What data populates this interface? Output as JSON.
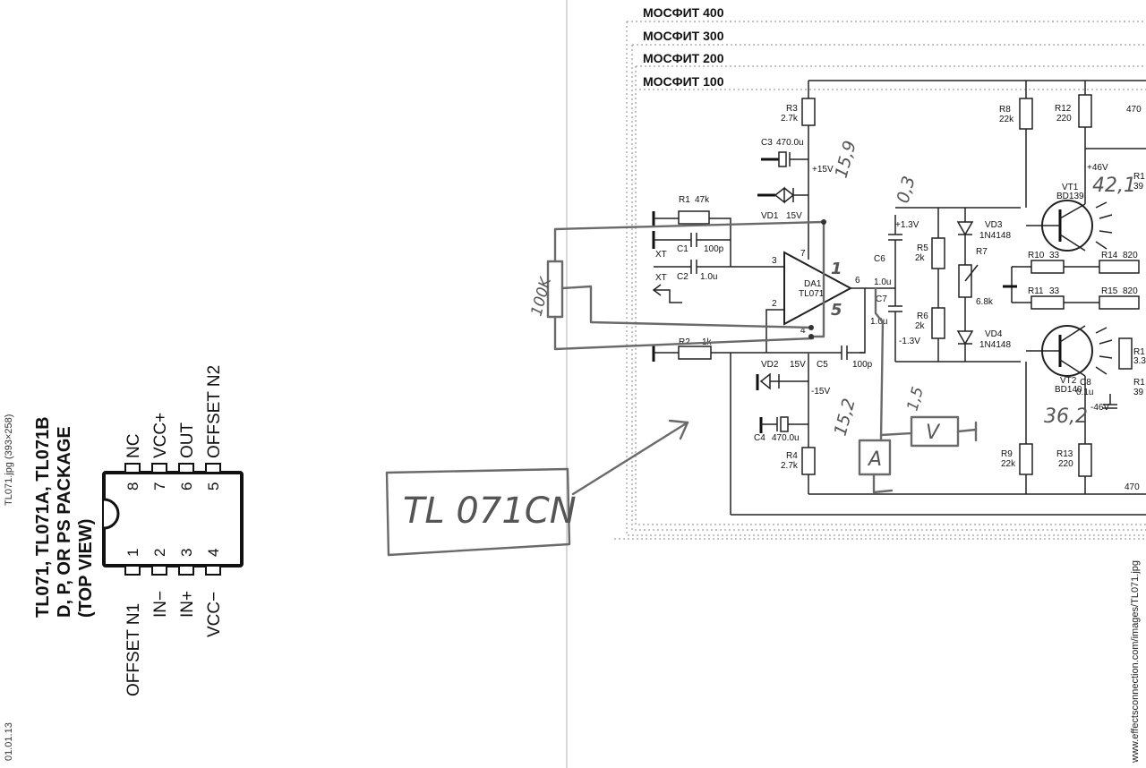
{
  "margin": {
    "date": "01.01.13",
    "file_caption": "TL071.jpg (393×258)",
    "url": "www.effectsconnection.com/images/TL071.jpg"
  },
  "package": {
    "title_line1": "TL071, TL071A, TL071B",
    "title_line2": "D, P, OR PS PACKAGE",
    "title_line3": "(TOP VIEW)",
    "top_pins": [
      {
        "num": "8",
        "name": "NC"
      },
      {
        "num": "7",
        "name": "VCC+"
      },
      {
        "num": "6",
        "name": "OUT"
      },
      {
        "num": "5",
        "name": "OFFSET N2"
      }
    ],
    "bottom_pins": [
      {
        "num": "1",
        "name": "OFFSET N1"
      },
      {
        "num": "2",
        "name": "IN−"
      },
      {
        "num": "3",
        "name": "IN+"
      },
      {
        "num": "4",
        "name": "VCC−"
      }
    ]
  },
  "schematic": {
    "variants": [
      "МОСФИТ 400",
      "МОСФИТ 300",
      "МОСФИТ 200",
      "МОСФИТ 100"
    ],
    "labels": {
      "r3": "R3",
      "r3v": "2.7k",
      "c3": "C3",
      "c3v": "470.0u",
      "p15": "+15V",
      "vd1": "VD1",
      "vd1v": "15V",
      "r1": "R1",
      "r1v": "47k",
      "c1": "C1",
      "c1v": "100p",
      "c2": "C2",
      "c2v": "1.0u",
      "xt1": "XT",
      "xt2": "XT",
      "da1": "DA1",
      "da1v": "TL071",
      "pin3": "3",
      "pin2": "2",
      "pin7": "7",
      "pin4": "4",
      "pin6": "6",
      "r2": "R2",
      "r2v": "1k",
      "vd2": "VD2",
      "vd2v": "15V",
      "c5": "C5",
      "c5v": "100p",
      "m15": "-15V",
      "c4": "C4",
      "c4v": "470.0u",
      "r4": "R4",
      "r4v": "2.7k",
      "c6": "C6",
      "c6v": "1.0u",
      "c7": "C7",
      "c7v": "1.0u",
      "p13": "+1.3V",
      "m13": "-1.3V",
      "r5": "R5",
      "r5v": "2k",
      "r6": "R6",
      "r6v": "2k",
      "vd3": "VD3",
      "vd3v": "1N4148",
      "vd4": "VD4",
      "vd4v": "1N4148",
      "r7": "R7",
      "r7v": "6.8k",
      "r8": "R8",
      "r8v": "22k",
      "r9": "R9",
      "r9v": "22k",
      "r12": "R12",
      "r12v": "220",
      "r13": "R13",
      "r13v": "220",
      "p46": "+46V",
      "m46": "-46V",
      "vt1": "VT1",
      "vt1v": "BD139",
      "vt2": "VT2",
      "vt2v": "BD140",
      "r10": "R10",
      "r10v": "33",
      "r11": "R11",
      "r11v": "33",
      "r14": "R14",
      "r14v": "820",
      "r15": "R15",
      "r15v": "820",
      "c8": "C8",
      "c8v": "0.1u",
      "edge1": "470",
      "edge2": "R1",
      "edge3": "39",
      "edge4": "R1",
      "edge5": "3.3",
      "edge6": "R1",
      "edge7": "39",
      "edge8": "470"
    },
    "handwritten": {
      "pot": "100K",
      "chip": "TL 071CN",
      "v159": "15,9",
      "v03": "0,3",
      "v421": "42,1",
      "v362": "36,2",
      "v15": "1,5",
      "v152": "15,2",
      "pin1": "1",
      "pin5": "5",
      "meter_a": "A",
      "meter_v": "V"
    }
  }
}
